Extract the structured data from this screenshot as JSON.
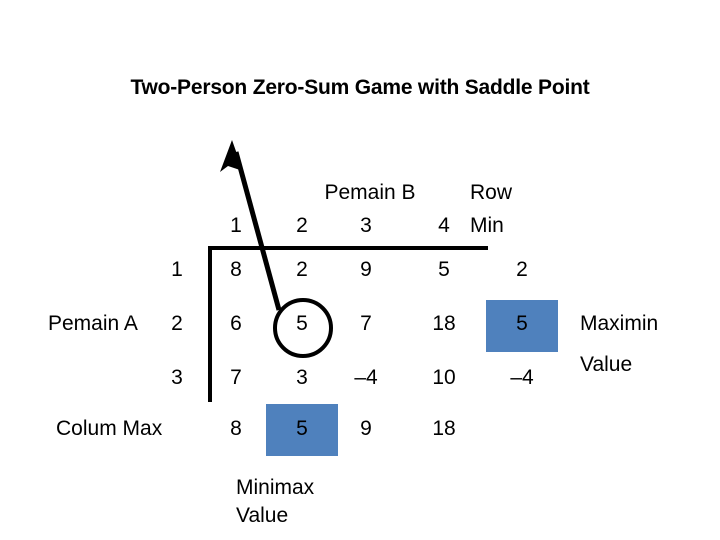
{
  "title": "Two-Person Zero-Sum Game with Saddle Point",
  "colors": {
    "highlight": "#4F81BD",
    "ink": "#000000",
    "background": "#FFFFFF"
  },
  "labels": {
    "player_b": "Pemain B",
    "player_a": "Pemain A",
    "row_min_line1": "Row",
    "row_min_line2": "Min",
    "column_max": "Colum Max",
    "maximin_line1": "Maximin",
    "maximin_line2": "Value",
    "minimax_line1": "Minimax",
    "minimax_line2": "Value"
  },
  "chart_data": {
    "type": "table",
    "title": "Two-Person Zero-Sum Game with Saddle Point",
    "column_headers": [
      "1",
      "2",
      "3",
      "4"
    ],
    "row_headers": [
      "1",
      "2",
      "3"
    ],
    "payoffs": [
      [
        "8",
        "2",
        "9",
        "5"
      ],
      [
        "6",
        "5",
        "7",
        "18"
      ],
      [
        "7",
        "3",
        "–4",
        "10"
      ]
    ],
    "row_min": [
      "2",
      "5",
      "–4"
    ],
    "column_max": [
      "8",
      "5",
      "9",
      "18"
    ],
    "maximin_value": "5",
    "minimax_value": "5",
    "saddle_point": {
      "row": "2",
      "column": "2",
      "value": "5"
    },
    "highlighted_cells": [
      "row_min.1",
      "column_max.1"
    ],
    "annotations": [
      "Maximin Value",
      "Minimax Value"
    ]
  }
}
